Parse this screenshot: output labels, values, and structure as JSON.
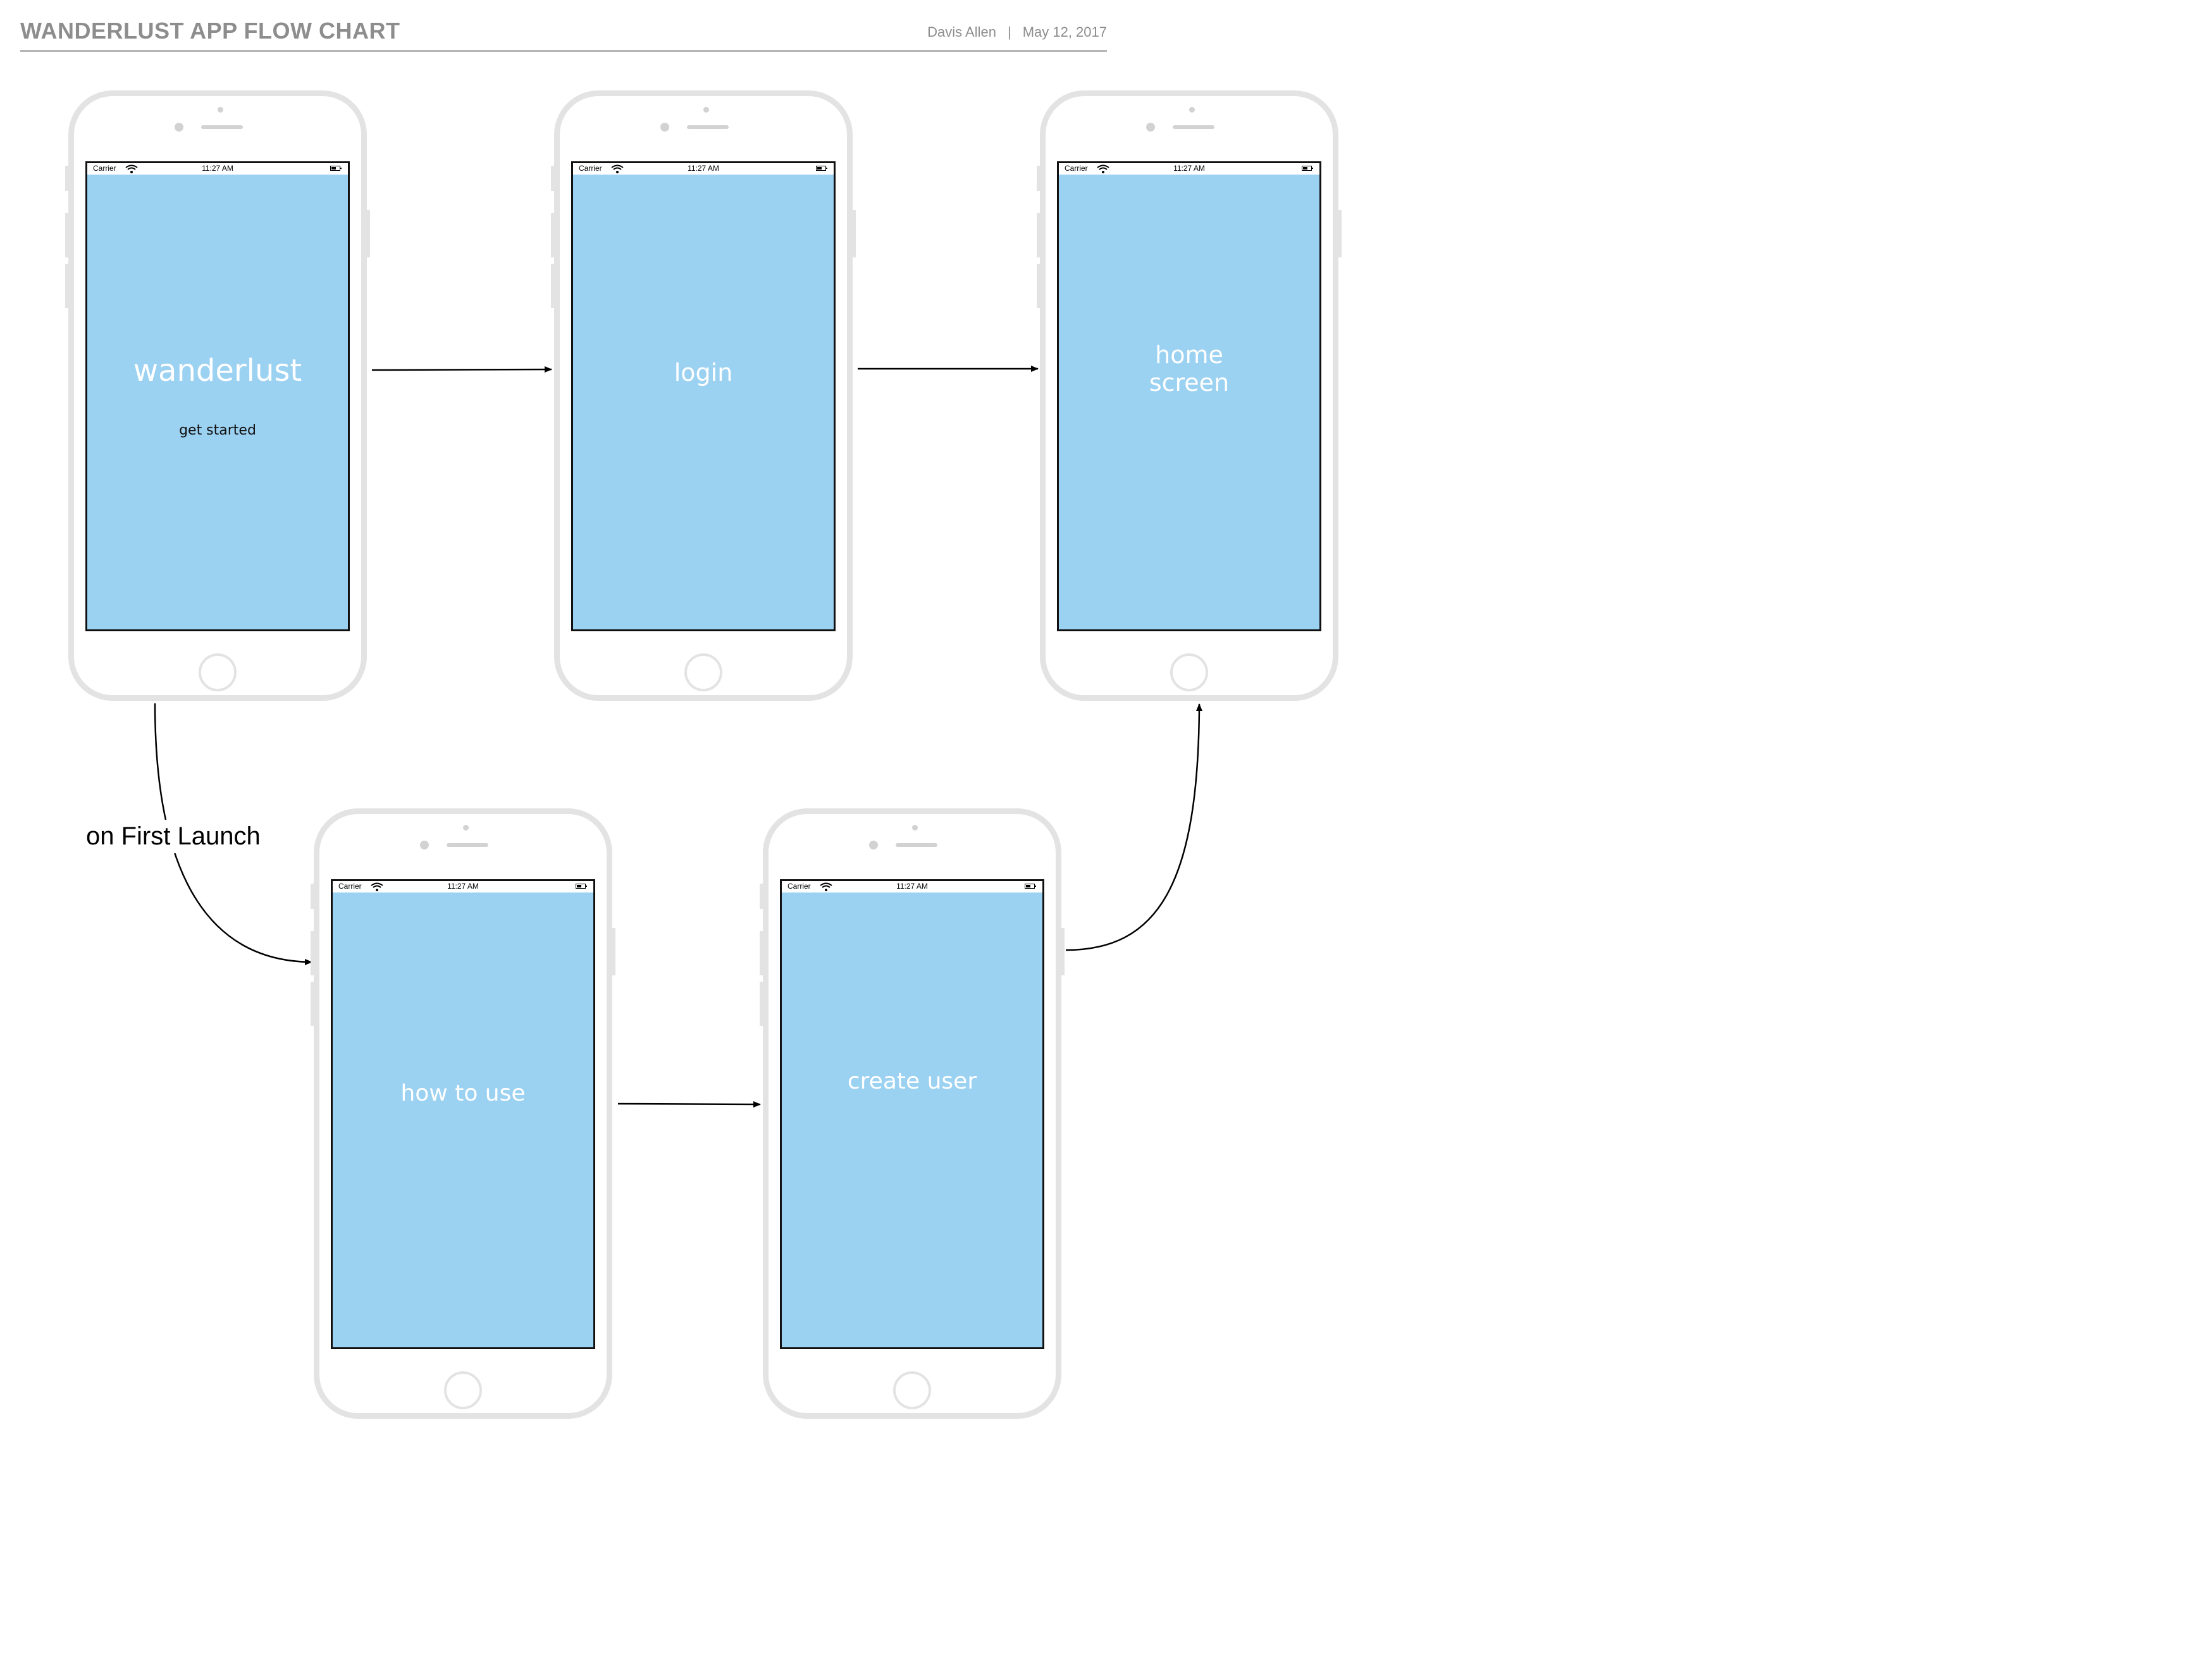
{
  "header": {
    "title": "WANDERLUST APP FLOW CHART",
    "author": "Davis Allen",
    "separator": "|",
    "date": "May 12, 2017"
  },
  "status_bar": {
    "carrier": "Carrier",
    "time": "11:27 AM"
  },
  "screens": [
    {
      "id": "welcome",
      "label": "wanderlust",
      "sublabel": "get started"
    },
    {
      "id": "login",
      "label": "login"
    },
    {
      "id": "home",
      "label_lines": [
        "home",
        "screen"
      ]
    },
    {
      "id": "how-to-use",
      "label": "how to use"
    },
    {
      "id": "create-user",
      "label": "create user"
    }
  ],
  "edges": [
    {
      "from": "welcome",
      "to": "login"
    },
    {
      "from": "login",
      "to": "home"
    },
    {
      "from": "welcome",
      "to": "how-to-use",
      "label": "on First Launch"
    },
    {
      "from": "how-to-use",
      "to": "create-user"
    },
    {
      "from": "create-user",
      "to": "home"
    }
  ],
  "colors": {
    "screen": "#9bd1f1",
    "phone_frame": "#e3e3e3",
    "header_text": "#8d8d8d",
    "arrow": "#000000"
  }
}
